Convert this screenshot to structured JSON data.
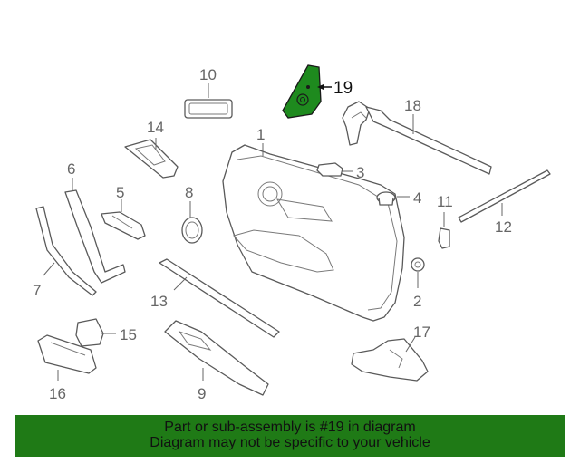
{
  "diagram": {
    "callouts": [
      "1",
      "2",
      "3",
      "4",
      "5",
      "6",
      "7",
      "8",
      "9",
      "10",
      "11",
      "12",
      "13",
      "14",
      "15",
      "16",
      "17",
      "18",
      "19"
    ],
    "highlight_color": "#1e8a1e"
  },
  "footer": {
    "line1": "Part or sub-assembly is #19 in diagram",
    "line2": "Diagram may not be specific to your vehicle",
    "background": "#1f7a16"
  }
}
